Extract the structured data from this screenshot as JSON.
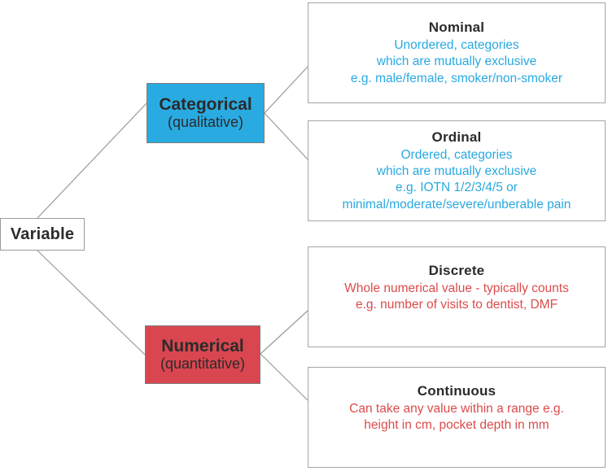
{
  "colors": {
    "categorical_fill": "#29ABE2",
    "numerical_fill": "#D9464F",
    "blue_text": "#29A9E1",
    "red_text": "#DC4B4B",
    "connector_line": "#9a9a9a",
    "dark_text": "#2b2b2b"
  },
  "tree": {
    "root": {
      "label": "Variable"
    },
    "branches": [
      {
        "id": "categorical",
        "label": "Categorical",
        "sublabel": "(qualitative)"
      },
      {
        "id": "numerical",
        "label": "Numerical",
        "sublabel": "(quantitative)"
      }
    ],
    "leaves": [
      {
        "id": "nominal",
        "title": "Nominal",
        "lines": [
          "Unordered, categories",
          "which are mutually exclusive",
          "e.g. male/female, smoker/non-smoker"
        ]
      },
      {
        "id": "ordinal",
        "title": "Ordinal",
        "lines": [
          "Ordered, categories",
          "which are mutually exclusive",
          "e.g. IOTN 1/2/3/4/5 or",
          "minimal/moderate/severe/unberable pain"
        ]
      },
      {
        "id": "discrete",
        "title": "Discrete",
        "lines": [
          "Whole numerical value - typically counts",
          "e.g. number of visits to dentist, DMF"
        ]
      },
      {
        "id": "continuous",
        "title": "Continuous",
        "lines": [
          "Can take any value within a range e.g.",
          "height in cm, pocket depth in mm"
        ]
      }
    ]
  }
}
